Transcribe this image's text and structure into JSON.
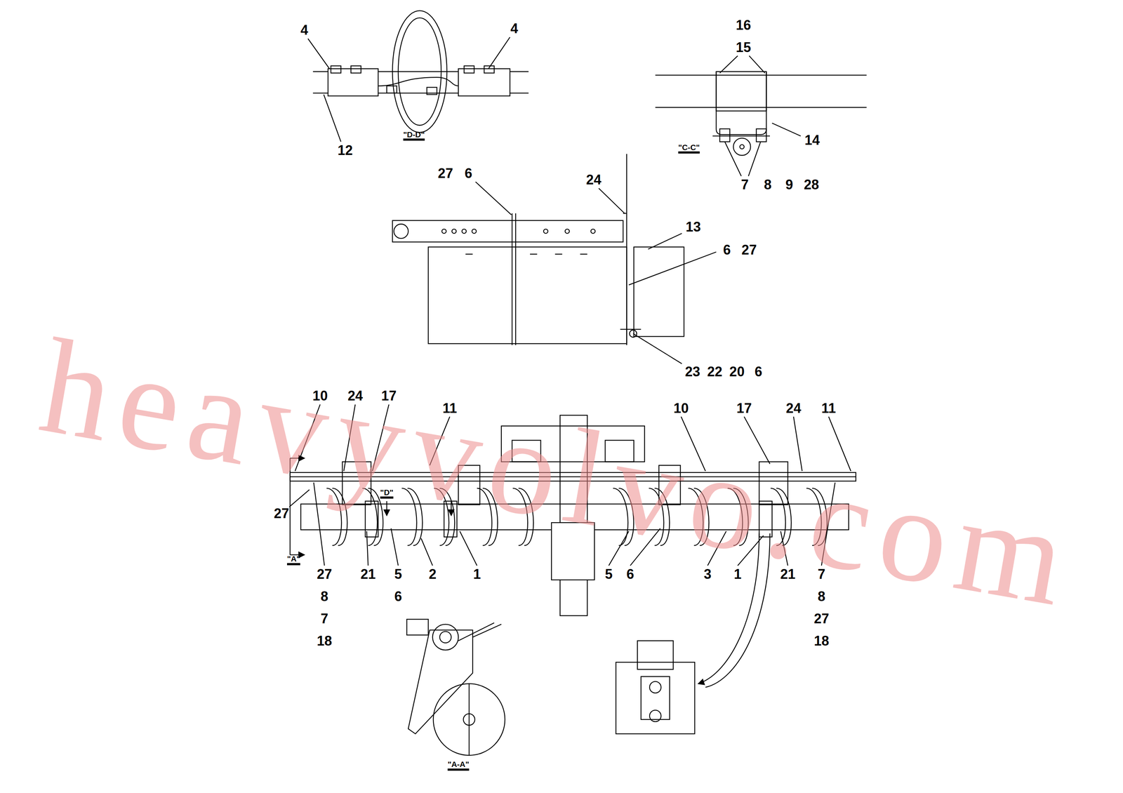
{
  "diagram": {
    "labels": [
      "4",
      "4",
      "12",
      "\"D-D\"",
      "16",
      "15",
      "14",
      "7",
      "8",
      "9",
      "28",
      "\"C-C\"",
      "27",
      "6",
      "24",
      "13",
      "6",
      "27",
      "23",
      "22",
      "20",
      "6",
      "10",
      "24",
      "17",
      "11",
      "10",
      "17",
      "24",
      "11",
      "27",
      "\"D\"",
      "\"A\"",
      "27",
      "21",
      "5",
      "2",
      "1",
      "6",
      "8",
      "7",
      "18",
      "5",
      "6",
      "3",
      "1",
      "21",
      "7",
      "8",
      "27",
      "18",
      "\"A-A\"",
      "heavyvolvo.com"
    ]
  }
}
